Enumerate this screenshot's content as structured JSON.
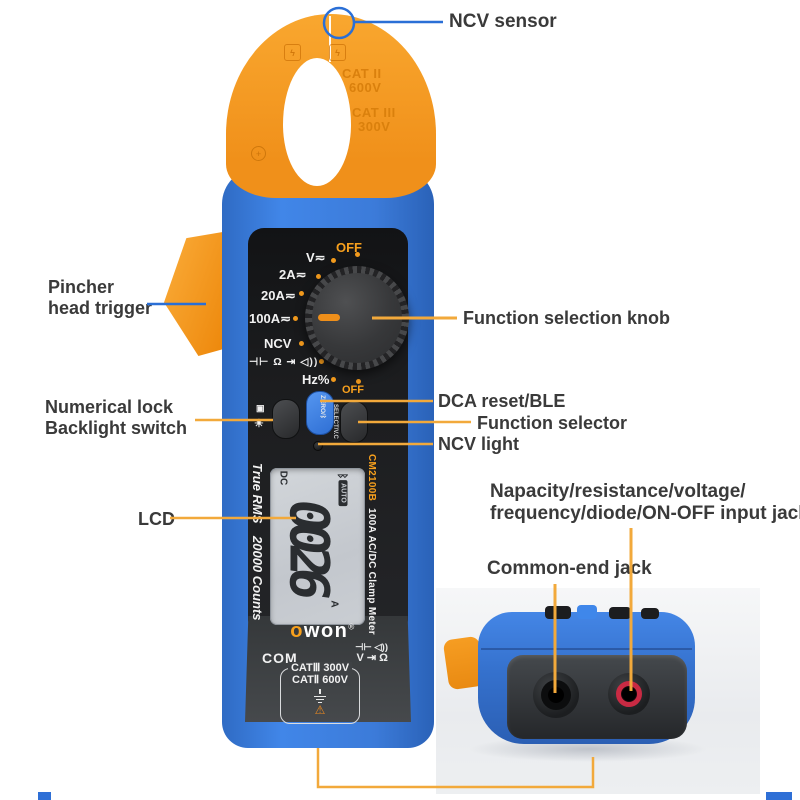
{
  "callouts": {
    "ncv_sensor": "NCV sensor",
    "pincher_line1": "Pincher",
    "pincher_line2": "head trigger",
    "function_knob": "Function selection knob",
    "dca_reset": "DCA reset/BLE",
    "function_selector": "Function selector",
    "ncv_light": "NCV light",
    "numerical_line1": "Numerical lock",
    "numerical_line2": "Backlight switch",
    "lcd": "LCD",
    "input_jack_line1": "Napacity/resistance/voltage/",
    "input_jack_line2": "frequency/diode/ON-OFF input jack",
    "common_jack": "Common-end jack"
  },
  "clamp": {
    "cat2": "CAT II",
    "cat2_v": "600V",
    "cat3": "CAT III",
    "cat3_v": "300V",
    "bolt": "ϟ",
    "screw": "+"
  },
  "dial": {
    "off": "OFF",
    "positions": [
      "V≂",
      "2A≂",
      "20A≂",
      "100A≂",
      "NCV",
      "⊣⊢ Ω ⇥ ◁))",
      "Hz%"
    ]
  },
  "switches": {
    "off": "OFF",
    "zero_button": "ZERO/ᛒ",
    "select_button": "SELECT/V.C",
    "lock_icon": "▣",
    "backlight_icon": "☀"
  },
  "lcd": {
    "mode": "DC",
    "bluetooth": "ᛒ",
    "auto": "AUTO",
    "reading": "0026",
    "unit": "A"
  },
  "housing": {
    "left_side1": "True RMS",
    "left_side2": "20000 Counts",
    "model": "CM2100B",
    "desc": "100A AC/DC Clamp Meter",
    "brand_first": "o",
    "brand_rest": "won",
    "brand_reg": "®",
    "com": "COM",
    "sym_row1": "⊣⊢ ◁))",
    "sym_row2": "V ⇥ Ω",
    "cat_line1": "CATⅢ 300V",
    "cat_line2": "CATⅡ 600V",
    "warning": "⚠"
  },
  "colors": {
    "accent_orange": "#F7941E",
    "leader_orange": "#F2A93B",
    "leader_blue": "#2A6FD6",
    "body_blue": "#3B7CD9"
  }
}
